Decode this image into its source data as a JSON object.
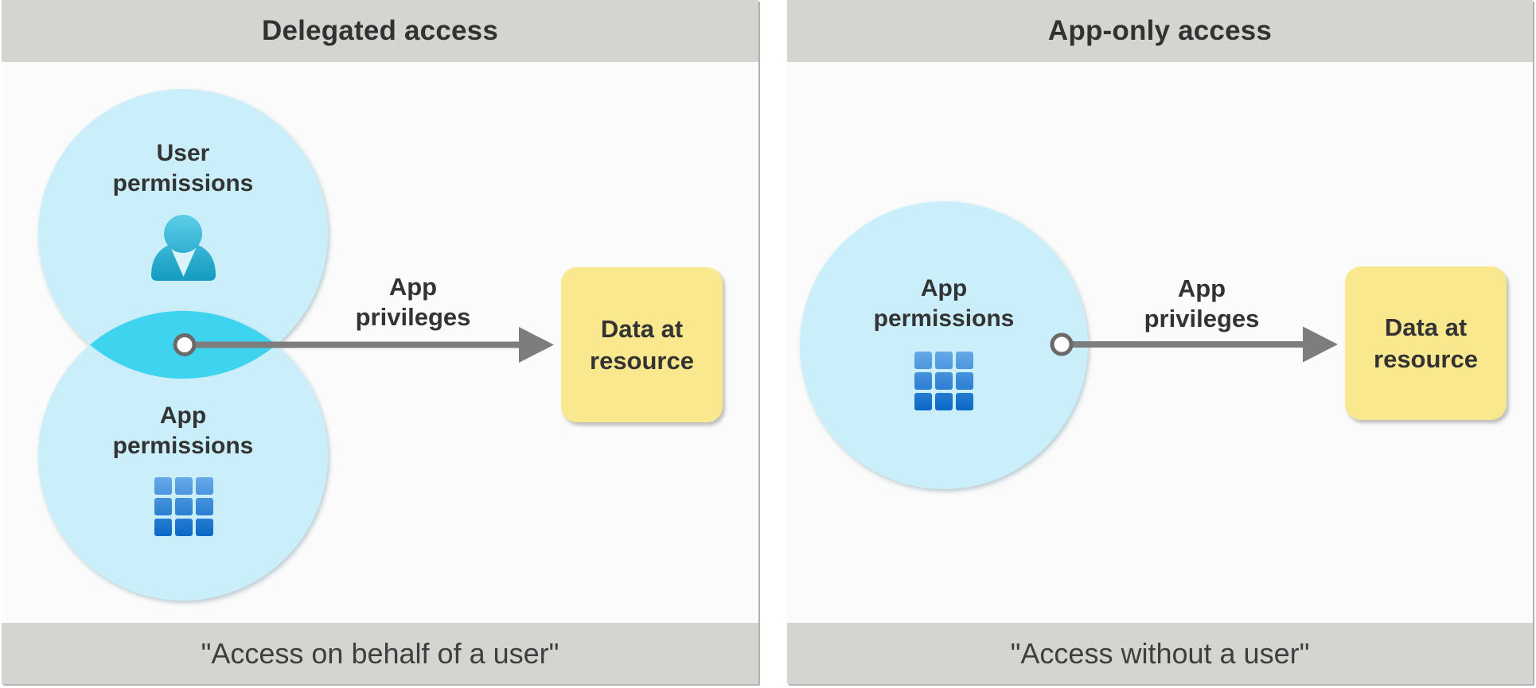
{
  "panels": [
    {
      "title": "Delegated access",
      "caption": "\"Access on behalf of a user\"",
      "circles": [
        {
          "label": "User\npermissions",
          "icon": "user-icon"
        },
        {
          "label": "App\npermissions",
          "icon": "app-grid-icon"
        }
      ],
      "arrow_label": "App\nprivileges",
      "target_label": "Data at\nresource"
    },
    {
      "title": "App-only access",
      "caption": "\"Access without a user\"",
      "circles": [
        {
          "label": "App\npermissions",
          "icon": "app-grid-icon"
        }
      ],
      "arrow_label": "App\nprivileges",
      "target_label": "Data at\nresource"
    }
  ],
  "colors": {
    "header_bg": "#d5d4d1",
    "panel_bg": "#fbfbfb",
    "circle_fill": "#cbeffa",
    "overlap_fill": "#3ed4f0",
    "arrow_gray": "#7d7d7d",
    "resource_box_fill": "#fae88f",
    "person_icon_top": "#5ecfe9",
    "person_icon_bottom": "#129ac0",
    "grid_icon_top": "#66a9e8",
    "grid_icon_bottom": "#0b68c6",
    "title_text": "#323232",
    "caption_text": "#3e3e3e"
  }
}
